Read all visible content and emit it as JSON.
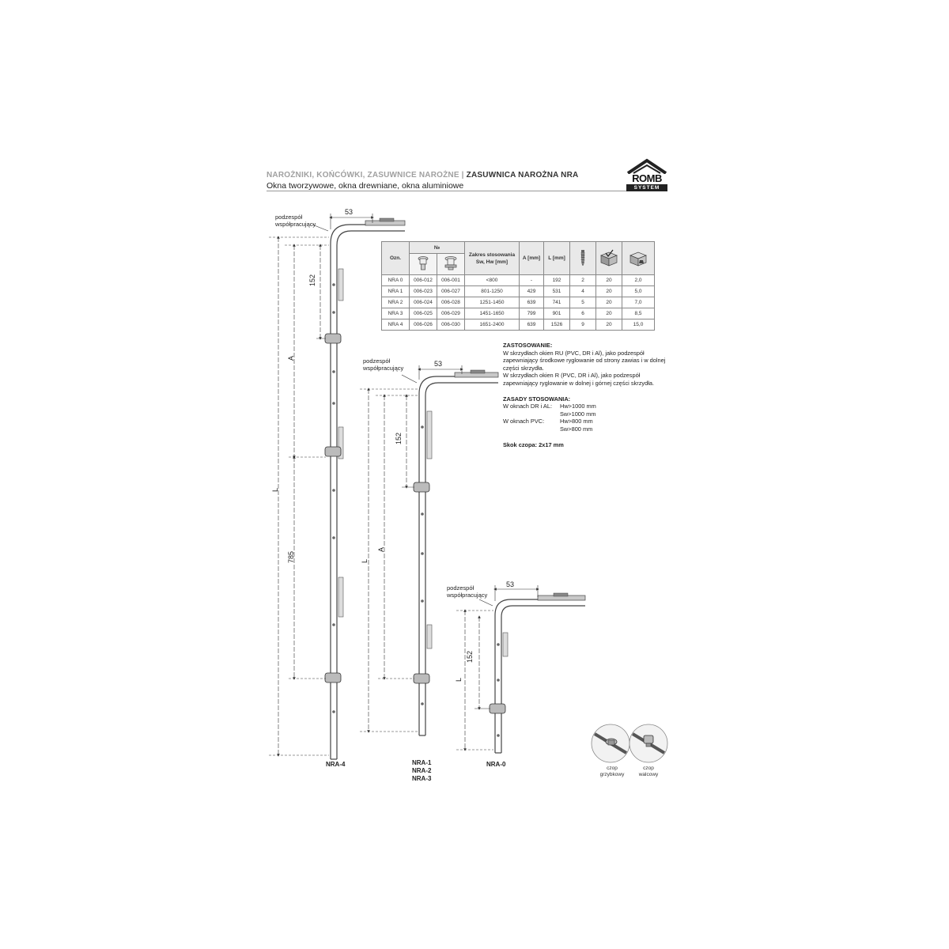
{
  "header": {
    "category": "NAROŻNIKI, KOŃCÓWKI, ZASUWNICE NAROŻNE |",
    "product": "ZASUWNICA NAROŻNA NRA",
    "subtitle": "Okna tworzywowe, okna drewniane, okna aluminiowe",
    "logo_word": "ROMB",
    "logo_sub": "SYSTEM"
  },
  "table": {
    "col_ozn": "Ozn.",
    "col_nr": "№",
    "col_range": "Zakres stosowania Sw, Hw [mm]",
    "col_a": "A [mm]",
    "col_l": "L [mm]",
    "icons": [
      "screw-icon",
      "box-count-icon",
      "weight-box-icon"
    ],
    "rows": [
      {
        "ozn": "NRA 0",
        "nr1": "006-012",
        "nr2": "006-001",
        "range": "<800",
        "a": "-",
        "l": "192",
        "screws": "2",
        "pack": "20",
        "weight": "2,0"
      },
      {
        "ozn": "NRA 1",
        "nr1": "006-023",
        "nr2": "006-027",
        "range": "801-1250",
        "a": "429",
        "l": "531",
        "screws": "4",
        "pack": "20",
        "weight": "5,0"
      },
      {
        "ozn": "NRA 2",
        "nr1": "006-024",
        "nr2": "006-028",
        "range": "1251-1450",
        "a": "639",
        "l": "741",
        "screws": "5",
        "pack": "20",
        "weight": "7,0"
      },
      {
        "ozn": "NRA 3",
        "nr1": "006-025",
        "nr2": "006-029",
        "range": "1451-1650",
        "a": "799",
        "l": "901",
        "screws": "6",
        "pack": "20",
        "weight": "8,5"
      },
      {
        "ozn": "NRA 4",
        "nr1": "006-026",
        "nr2": "006-030",
        "range": "1651-2400",
        "a": "639",
        "l": "1526",
        "screws": "9",
        "pack": "20",
        "weight": "15,0"
      }
    ]
  },
  "application": {
    "title": "ZASTOSOWANIE:",
    "p1": "W skrzydłach okien RU (PVC, DR i Al), jako podzespół zapewniający środkowe ryglowanie od strony zawias i w dolnej części skrzydła.",
    "p2": "W skrzydłach okien R (PVC, DR i Al), jako podzespół zapewniający ryglowanie w dolnej i górnej części skrzydła.",
    "rules_title": "ZASADY STOSOWANIA:",
    "r1_k": "W oknach DR i AL:",
    "r1_v1": "Hw>1000 mm",
    "r1_v2": "Sw>1000 mm",
    "r2_k": "W oknach PVC:",
    "r2_v1": "Hw>800 mm",
    "r2_v2": "Sw>800 mm",
    "pitch": "Skok czopa: 2x17 mm"
  },
  "drawings": {
    "cooperating_label_1": "podzespół",
    "cooperating_label_2": "współpracujący",
    "dim_53": "53",
    "dim_152": "152",
    "dim_785": "785",
    "dim_a": "A",
    "dim_l": "L",
    "model_nra4": "NRA-4",
    "model_nra1": "NRA-1",
    "model_nra2": "NRA-2",
    "model_nra3": "NRA-3",
    "model_nra0": "NRA-0"
  },
  "pins": {
    "mushroom_1": "czop",
    "mushroom_2": "grzybkowy",
    "roller_1": "czop",
    "roller_2": "walcowy"
  }
}
